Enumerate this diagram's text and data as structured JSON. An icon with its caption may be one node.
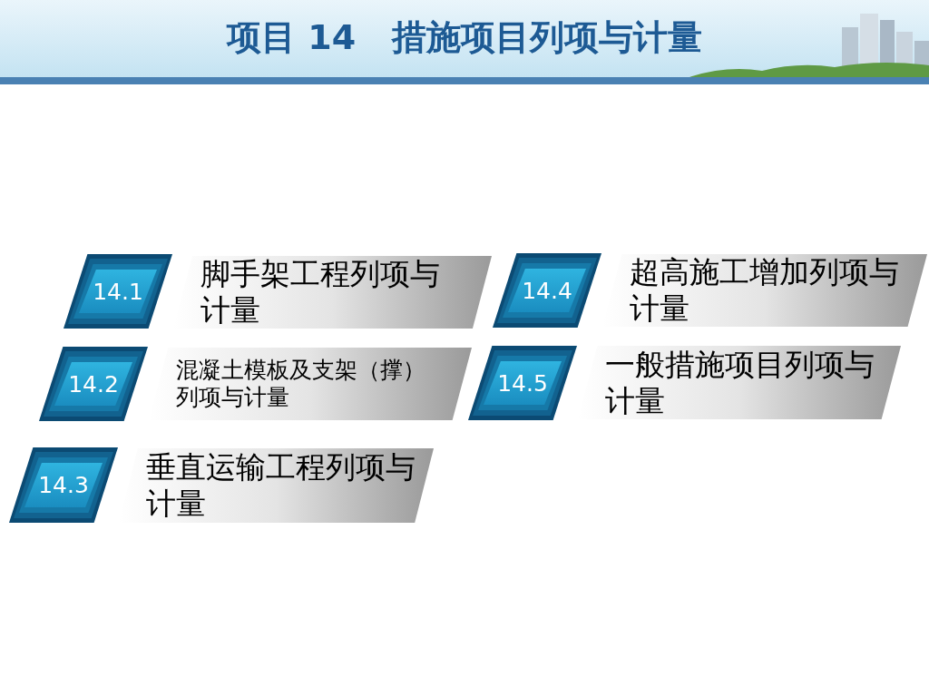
{
  "diagram": {
    "title": "项目 14   措施项目列项与计量",
    "nodes": [
      {
        "text": [
          "14.1"
        ]
      },
      {
        "text": [
          "脚手架工程列项与计量"
        ]
      },
      {
        "text": [
          "14.4"
        ]
      },
      {
        "text": [
          "超高施工增加列项与计量"
        ]
      },
      {
        "text": [
          "14.2"
        ]
      },
      {
        "text": [
          "混凝土模板及支架（撑）列项与计量"
        ]
      },
      {
        "text": [
          "14.5"
        ]
      },
      {
        "text": [
          "一般措施项目列项与计量"
        ]
      },
      {
        "text": [
          "14.3"
        ]
      },
      {
        "text": [
          "垂直运输工程列项与计量"
        ]
      }
    ],
    "edges": []
  }
}
